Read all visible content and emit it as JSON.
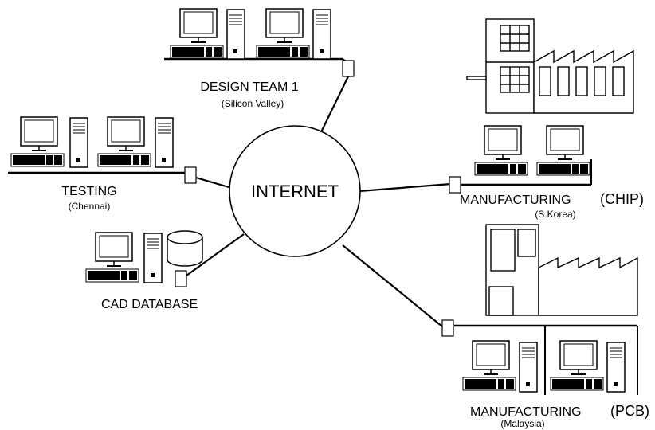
{
  "center": {
    "label": "INTERNET"
  },
  "sites": {
    "design": {
      "name": "DESIGN TEAM 1",
      "location": "(Silicon Valley)"
    },
    "testing": {
      "name": "TESTING",
      "location": "(Chennai)"
    },
    "cad": {
      "name": "CAD DATABASE"
    },
    "chip": {
      "name_a": "MANUFACTURING",
      "name_b": "(CHIP)",
      "location": "(S.Korea)"
    },
    "pcb": {
      "name_a": "MANUFACTURING",
      "name_b": "(PCB)",
      "location": "(Malaysia)"
    }
  },
  "icons": [
    "computer-workstation-icon",
    "server-tower-icon",
    "database-cylinder-icon",
    "network-connector-icon",
    "factory-building-icon"
  ]
}
